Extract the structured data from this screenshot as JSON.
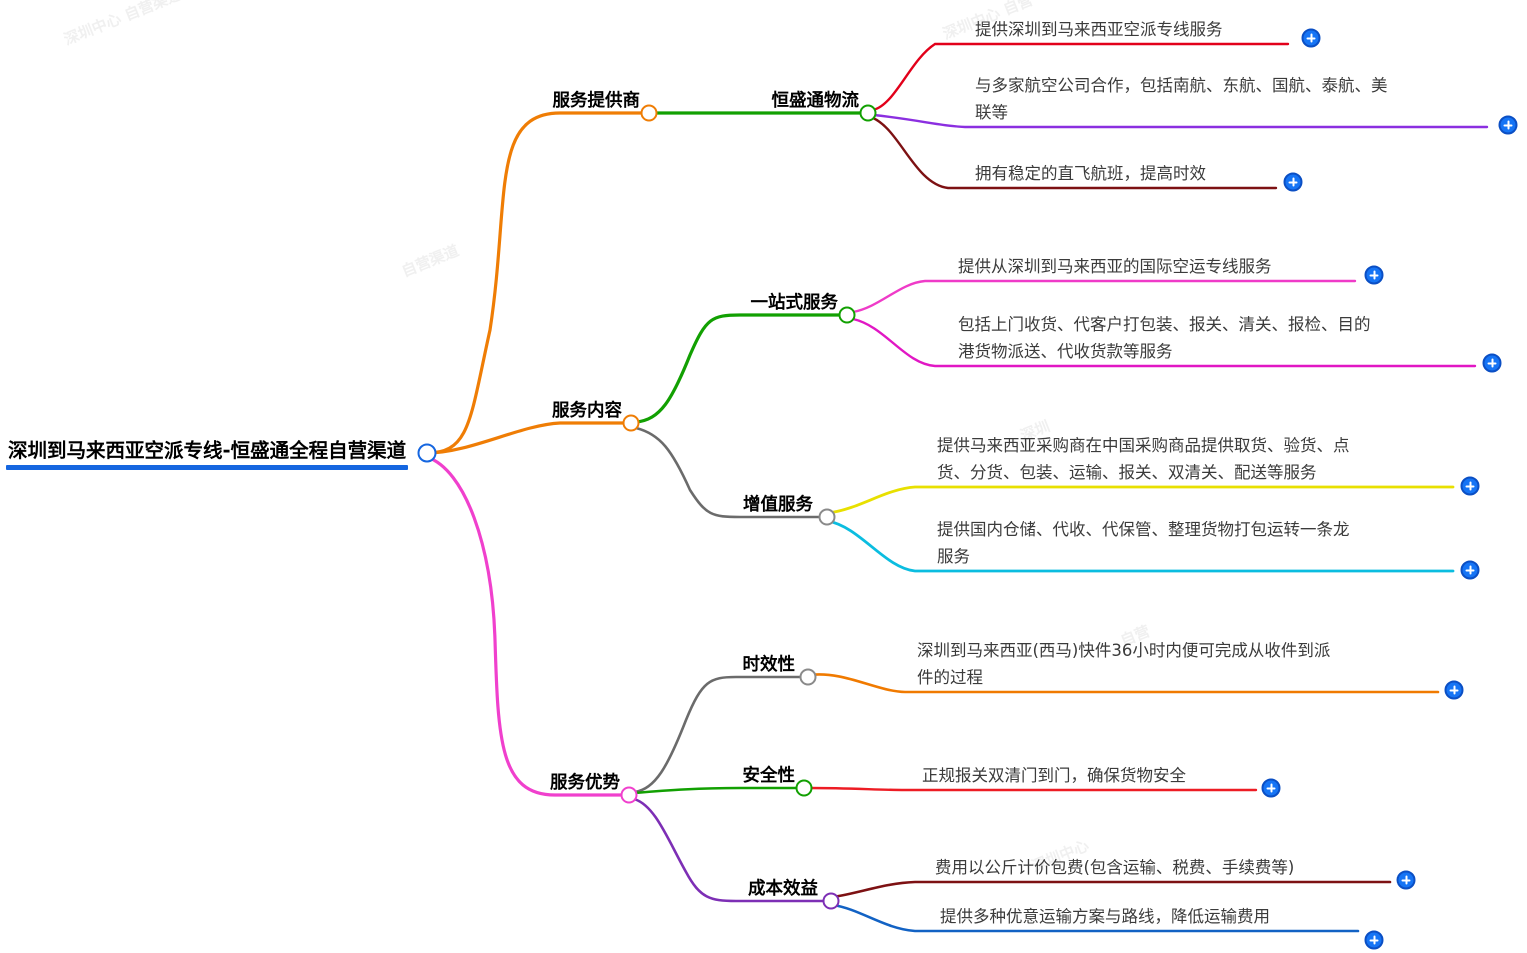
{
  "root": {
    "label": "深圳到马来西亚空派专线-恒盛通全程自营渠道",
    "accent": "#1566e0"
  },
  "branches": [
    {
      "label": "服务提供商",
      "color": "#ef7d05",
      "children": [
        {
          "label": "恒盛通物流",
          "color": "#12a002",
          "leaves": [
            {
              "text": "提供深圳到马来西亚空派专线服务",
              "color": "#e2001a"
            },
            {
              "text": "与多家航空公司合作，包括南航、东航、国航、泰航、美\n联等",
              "color": "#8b2fe0"
            },
            {
              "text": "拥有稳定的直飞航班，提高时效",
              "color": "#7d1113"
            }
          ]
        }
      ]
    },
    {
      "label": "服务内容",
      "color": "#ef7d05",
      "children": [
        {
          "label": "一站式服务",
          "color": "#12a002",
          "leaves": [
            {
              "text": "提供从深圳到马来西亚的国际空运专线服务",
              "color": "#ef3bc8"
            },
            {
              "text": "包括上门收货、代客户打包装、报关、清关、报检、目的\n港货物派送、代收货款等服务",
              "color": "#e117c4"
            }
          ]
        },
        {
          "label": "增值服务",
          "color": "#6b6b6b",
          "leaves": [
            {
              "text": "提供马来西亚采购商在中国采购商品提供取货、验货、点\n货、分货、包装、运输、报关、双清关、配送等服务",
              "color": "#e8e000"
            },
            {
              "text": "提供国内仓储、代收、代保管、整理货物打包运转一条龙\n服务",
              "color": "#0bbde0"
            }
          ]
        }
      ]
    },
    {
      "label": "服务优势",
      "color": "#f040cd",
      "children": [
        {
          "label": "时效性",
          "color": "#6b6b6b",
          "leaves": [
            {
              "text": "深圳到马来西亚(西马)快件36小时内便可完成从收件到派\n件的过程",
              "color": "#f07a00"
            }
          ]
        },
        {
          "label": "安全性",
          "color": "#12a002",
          "leaves": [
            {
              "text": "正规报关双清门到门，确保货物安全",
              "color": "#ed1c24"
            }
          ]
        },
        {
          "label": "成本效益",
          "color": "#7d2fb5",
          "leaves": [
            {
              "text": "费用以公斤计价包费(包含运输、税费、手续费等)",
              "color": "#7d1113"
            },
            {
              "text": "提供多种优意运输方案与路线，降低运输费用",
              "color": "#1262c4"
            }
          ]
        }
      ]
    }
  ],
  "expand_button": {
    "icon": "plus-icon",
    "label": "+",
    "color": "#1574f5"
  }
}
